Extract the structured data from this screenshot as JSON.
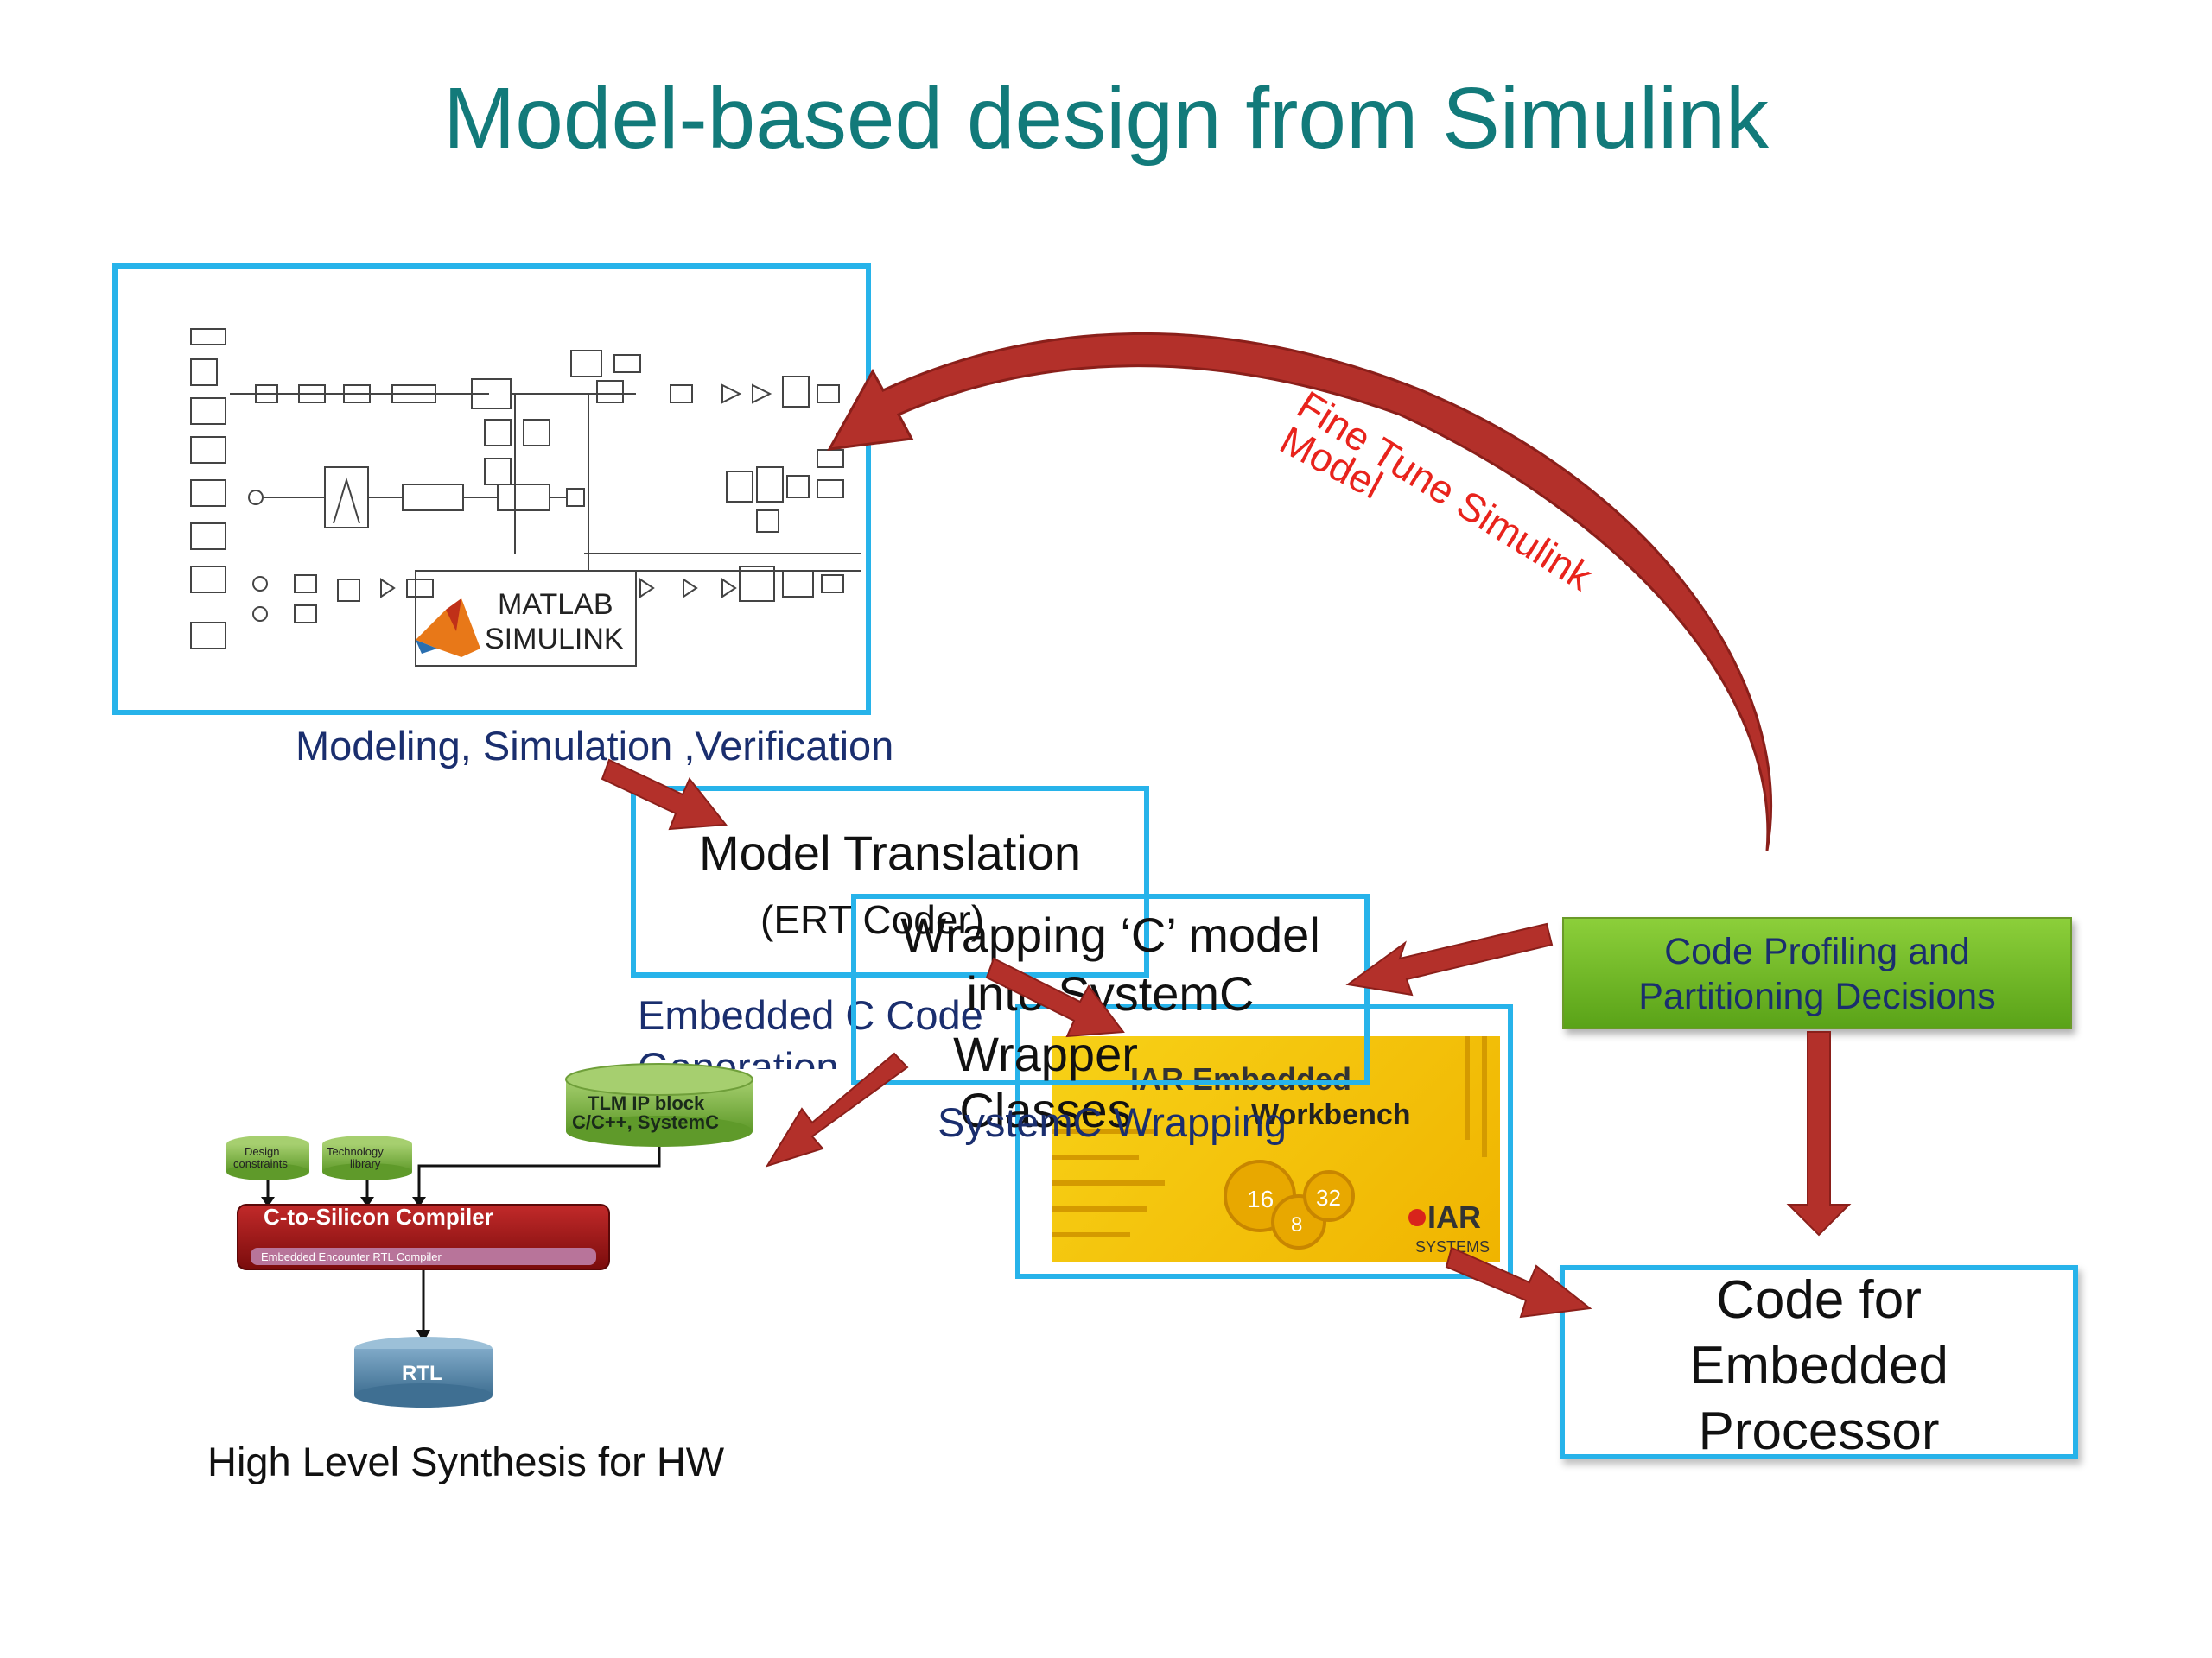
{
  "title": "Model-based design from Simulink",
  "simulink_panel": {
    "logo_line1": "MATLAB",
    "logo_line2": "SIMULINK",
    "caption": "Modeling, Simulation ,Verification"
  },
  "feedback_label": {
    "line1": "Fine Tune Simulink",
    "line2": "Model"
  },
  "model_translation": {
    "line1": "Model Translation",
    "line2": "(ERT Coder)",
    "caption_line1": "Embedded C Code",
    "caption_line2": "Generation"
  },
  "wrapping": {
    "line1": "Wrapping ‘C’ model",
    "line2": "into SystemC",
    "line3": "Wrapper Classes",
    "caption": "SystemC Wrapping"
  },
  "iar_panel": {
    "title": "IAR Embedded",
    "subtitle": "Workbench",
    "logo": "IAR",
    "logo_sub": "SYSTEMS",
    "chip_numbers": [
      "16",
      "32",
      "8"
    ]
  },
  "profiling": {
    "line1": "Code Profiling and",
    "line2": "Partitioning Decisions"
  },
  "embedded_code": {
    "line1": "Code for",
    "line2": "Embedded",
    "line3": "Processor"
  },
  "hls": {
    "tlm_line1": "TLM IP block",
    "tlm_line2": "C/C++, SystemC",
    "design_constraints_line1": "Design",
    "design_constraints_line2": "constraints",
    "tech_library_line1": "Technology",
    "tech_library_line2": "library",
    "compiler": "C-to-Silicon Compiler",
    "compiler_sub": "Embedded Encounter RTL Compiler",
    "rtl": "RTL",
    "caption": "High Level Synthesis for HW"
  },
  "colors": {
    "title": "#127a7a",
    "box_border": "#27b3ea",
    "arrow": "#b3302a",
    "feedback_text": "#e8231c",
    "caption": "#1a2e6e",
    "profiling_fill": "#76bb2b"
  }
}
